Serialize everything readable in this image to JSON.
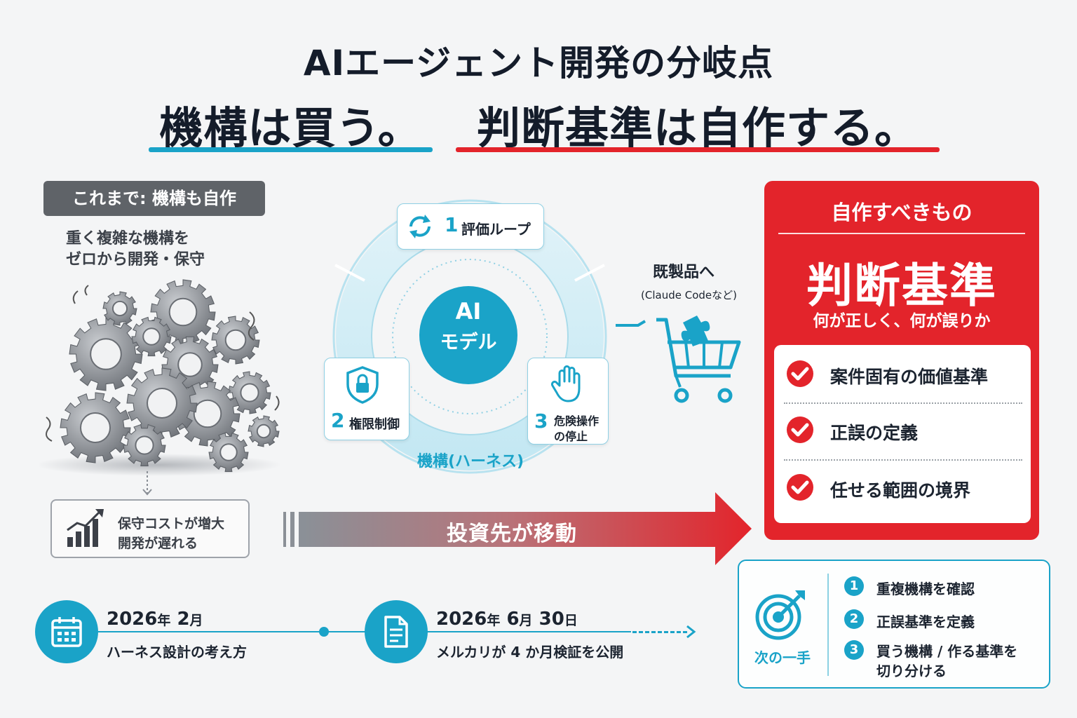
{
  "title": {
    "line1": "AIエージェント開発の分岐点",
    "line2_left": "機構は買う。",
    "line2_right": "判断基準は自作する。",
    "color_blue": "#1aa3c8",
    "color_red": "#e3242b"
  },
  "left": {
    "badge": "これまで: 機構も自作",
    "desc_line1": "重く複雑な機構を",
    "desc_line2": "ゼロから開発・保守",
    "illustration_icon": "gears-icon",
    "cost_line1": "保守コストが増大",
    "cost_line2": "開発が遅れる",
    "cost_icon": "rising-chart-icon"
  },
  "center": {
    "core_line1": "AI",
    "core_line2": "モデル",
    "ring_label": "機構(ハーネス)",
    "items": [
      {
        "num": "1",
        "label": "評価ループ",
        "icon": "refresh-icon"
      },
      {
        "num": "2",
        "label": "権限制御",
        "icon": "shield-lock-icon"
      },
      {
        "num": "3",
        "label_line1": "危険操作",
        "label_line2": "の停止",
        "icon": "stop-hand-icon"
      }
    ]
  },
  "cart": {
    "title": "既製品へ",
    "subtitle": "(Claude Codeなど)",
    "icon": "shopping-cart-puzzle-icon"
  },
  "red_panel": {
    "heading": "自作すべきもの",
    "big": "判断基準",
    "sub": "何が正しく、何が誤りか",
    "items": [
      "案件固有の価値基準",
      "正誤の定義",
      "任せる範囲の境界"
    ]
  },
  "arrow": {
    "label": "投資先が移動"
  },
  "timeline": {
    "events": [
      {
        "year": "2026",
        "year_unit": "年",
        "month": "2",
        "month_unit": "月",
        "day": "",
        "day_unit": "",
        "desc": "ハーネス設計の考え方",
        "icon": "calendar-icon"
      },
      {
        "year": "2026",
        "year_unit": "年",
        "month": "6",
        "month_unit": "月",
        "day": "30",
        "day_unit": "日",
        "desc": "メルカリが 4 か月検証を公開",
        "icon": "document-icon"
      }
    ]
  },
  "next": {
    "label": "次の一手",
    "icon": "target-icon",
    "steps": [
      {
        "num": "1",
        "text": "重複機構を確認"
      },
      {
        "num": "2",
        "text": "正誤基準を定義"
      },
      {
        "num": "3",
        "text_line1": "買う機構 / 作る基準を",
        "text_line2": "切り分ける"
      }
    ]
  }
}
